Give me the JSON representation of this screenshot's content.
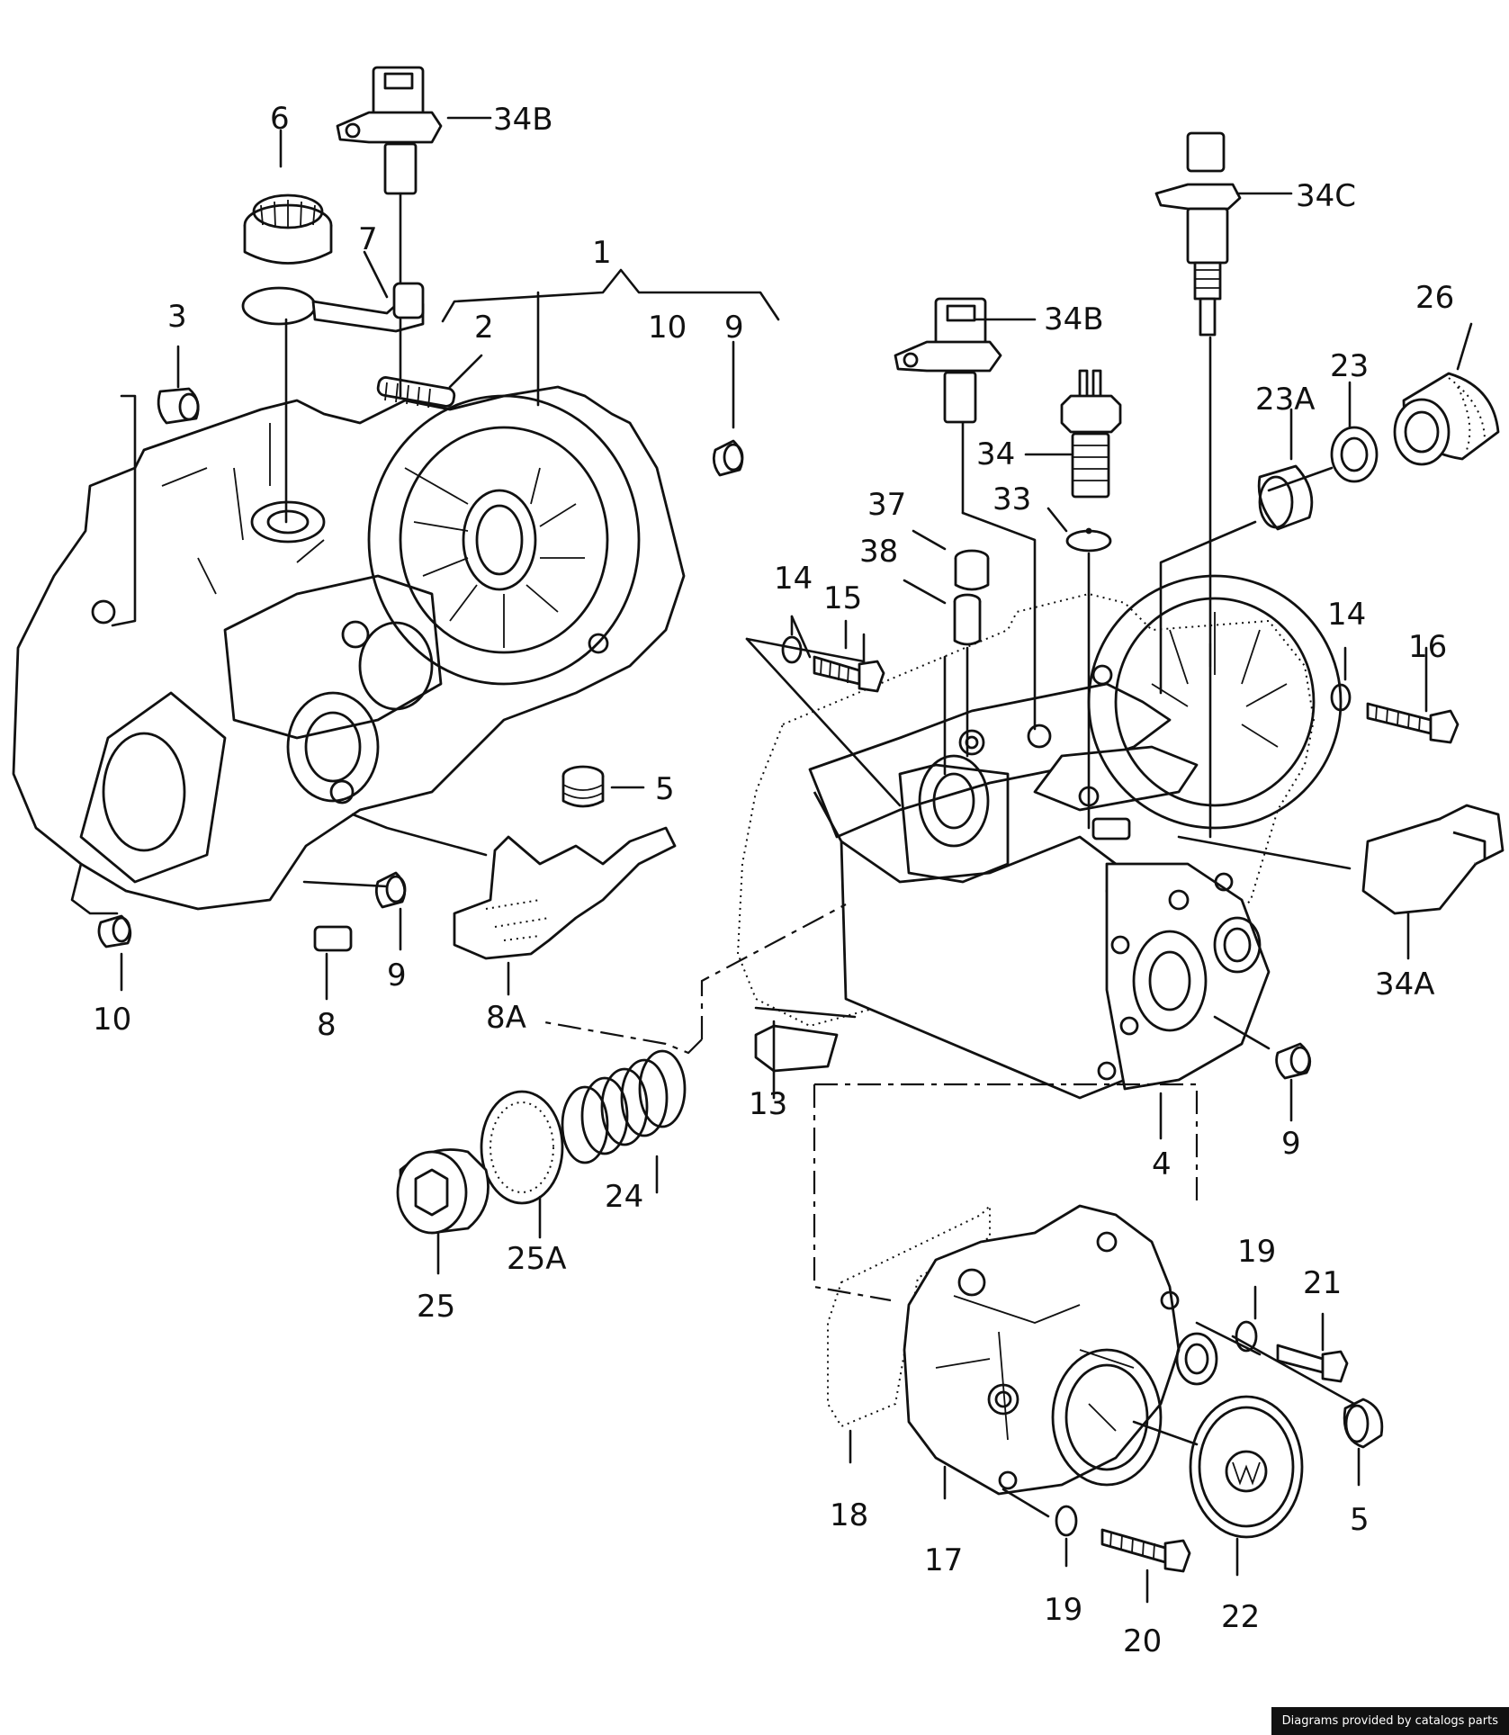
{
  "credit": "Diagrams provided by catalogs parts",
  "labels": {
    "l1": "1",
    "l2": "2",
    "l3": "3",
    "l4": "4",
    "l5a": "5",
    "l5b": "5",
    "l6": "6",
    "l7": "7",
    "l8": "8",
    "l8a": "8A",
    "l9a": "9",
    "l9b": "9",
    "l9c": "9",
    "l10a": "10",
    "l10b": "10",
    "l13": "13",
    "l14a": "14",
    "l14b": "14",
    "l15": "15",
    "l16": "16",
    "l17": "17",
    "l18": "18",
    "l19a": "19",
    "l19b": "19",
    "l20": "20",
    "l21": "21",
    "l22": "22",
    "l23": "23",
    "l23a": "23A",
    "l24": "24",
    "l25": "25",
    "l25a": "25A",
    "l26": "26",
    "l33": "33",
    "l34": "34",
    "l34a": "34A",
    "l34b1": "34B",
    "l34b2": "34B",
    "l34c": "34C",
    "l37": "37",
    "l38": "38"
  }
}
